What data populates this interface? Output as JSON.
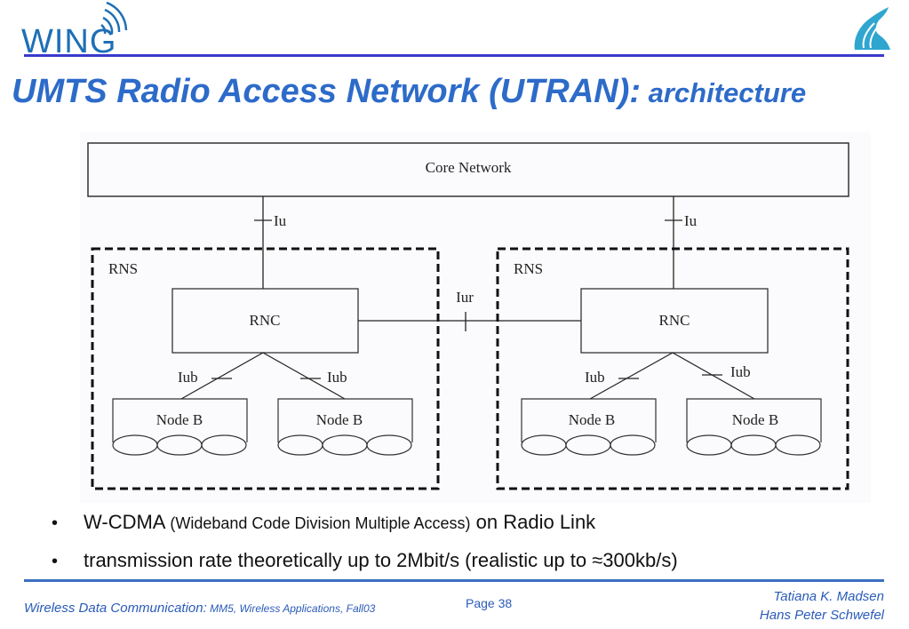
{
  "header": {
    "logo_text": "WING",
    "logo_icon": "wifi-waves-icon",
    "university_logo_icon": "waves-logo-icon",
    "accent_color": "#2d6bc9",
    "rule_color": "#3a3acb"
  },
  "title": {
    "main": "UMTS Radio Access Network (UTRAN):",
    "sub": " architecture"
  },
  "diagram": {
    "core_network": "Core Network",
    "interfaces": {
      "iu": "Iu",
      "iur": "Iur",
      "iub": "Iub"
    },
    "rns": [
      {
        "label": "RNS",
        "rnc": "RNC",
        "node_bs": [
          "Node B",
          "Node B"
        ]
      },
      {
        "label": "RNS",
        "rnc": "RNC",
        "node_bs": [
          "Node B",
          "Node B"
        ]
      }
    ]
  },
  "bullets": [
    {
      "marker": "•",
      "parts": [
        "W-CDMA ",
        "(Wideband Code Division Multiple Access)",
        " on Radio Link"
      ]
    },
    {
      "marker": "•",
      "parts": [
        "transmission rate theoretically up to 2Mbit/s (realistic up to ≈300kb/s)"
      ]
    }
  ],
  "footer": {
    "course": "Wireless Data Communication:",
    "course_detail": " MM5, Wireless Applications, Fall03",
    "page": "Page 38",
    "authors": [
      "Tatiana K. Madsen",
      "Hans Peter Schwefel"
    ]
  }
}
